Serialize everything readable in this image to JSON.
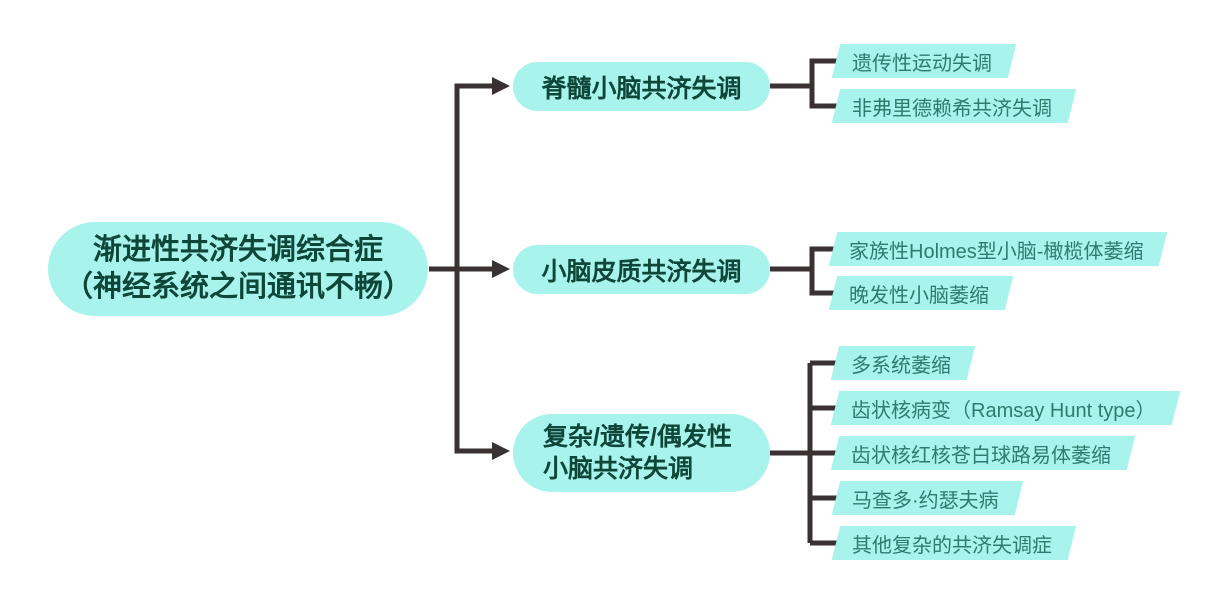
{
  "diagram": {
    "type": "mindmap",
    "root": {
      "label": "渐进性共济失调综合症\n（神经系统之间通讯不畅）"
    },
    "branches": [
      {
        "label": "脊髓小脑共济失调",
        "children": [
          "遗传性运动失调",
          "非弗里德赖希共济失调"
        ]
      },
      {
        "label": "小脑皮质共济失调",
        "children": [
          "家族性Holmes型小脑-橄榄体萎缩",
          "晚发性小脑萎缩"
        ]
      },
      {
        "label": "复杂/遗传/偶发性\n小脑共济失调",
        "children": [
          "多系统萎缩",
          "齿状核病变（Ramsay Hunt type）",
          "齿状核红核苍白球路易体萎缩",
          "马查多·约瑟夫病",
          "其他复杂的共济失调症"
        ]
      }
    ],
    "colors": {
      "node_fill": "#A8F3EC",
      "node_text": "#0E4639",
      "leaf_fill": "#A8F3EC",
      "leaf_text": "#2D7D6E",
      "connector": "#3A3133",
      "background": "#FFFFFF"
    }
  }
}
